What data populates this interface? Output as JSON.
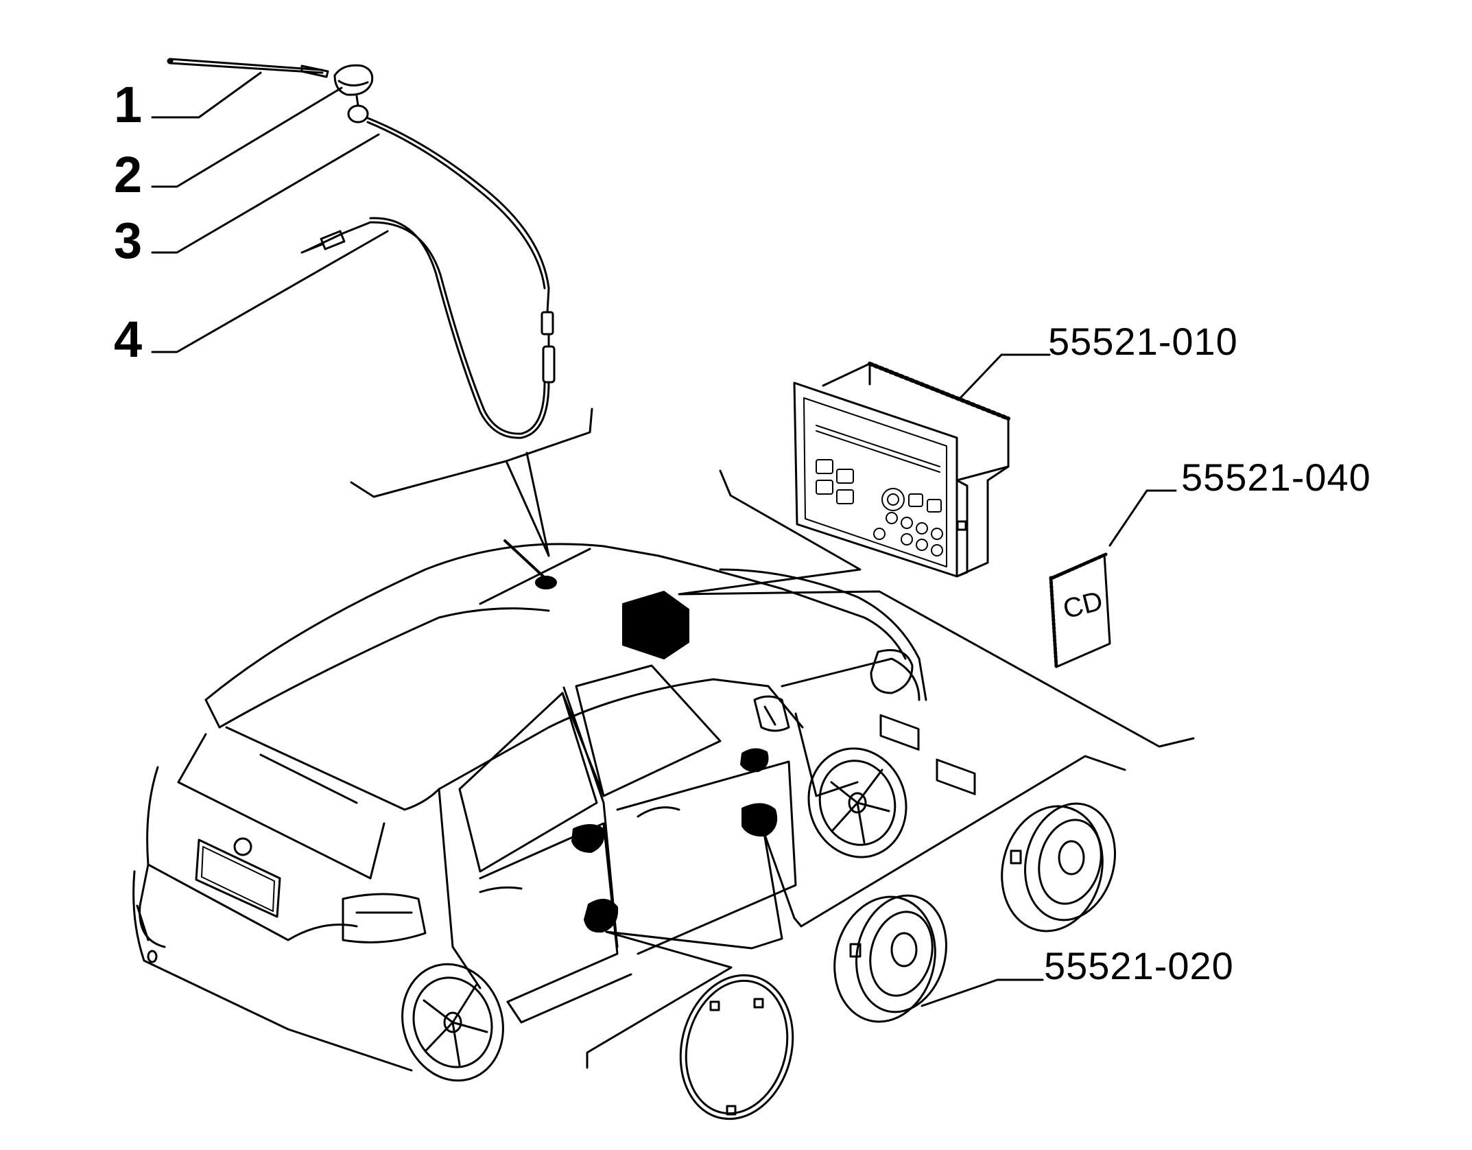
{
  "callouts": {
    "c1": "1",
    "c2": "2",
    "c3": "3",
    "c4": "4"
  },
  "parts": {
    "radio": "55521-010",
    "manual": "55521-040",
    "speakers": "55521-020"
  },
  "manual_cover": "CD",
  "colors": {
    "line": "#000000",
    "background": "#ffffff"
  }
}
